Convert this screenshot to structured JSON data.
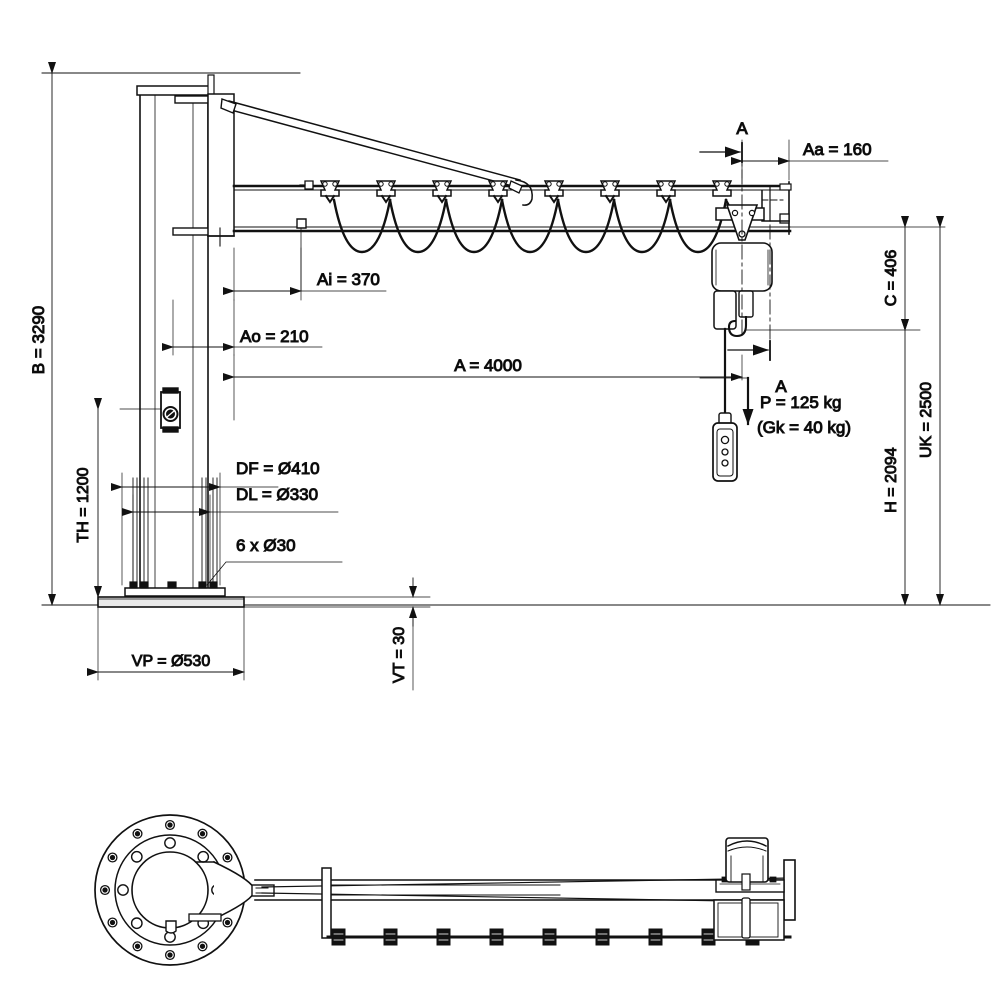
{
  "drawing": {
    "title": "Pillar jib crane with chain hoist - dimensioned general arrangement drawing",
    "type": "technical-drawing",
    "views": [
      {
        "name": "side-elevation",
        "label": "Side elevation"
      },
      {
        "name": "plan-view",
        "label": "Plan view"
      }
    ],
    "line_color": "#1a1a1a",
    "background": "#ffffff"
  },
  "dimensions": {
    "B": {
      "label": "B = 3290",
      "symbol": "B",
      "value": 3290,
      "unit": "mm",
      "meaning": "overall height"
    },
    "TH": {
      "label": "TH = 1200",
      "symbol": "TH",
      "value": 1200,
      "unit": "mm",
      "meaning": "tie height"
    },
    "VP": {
      "label": "VP = Ø530",
      "symbol": "VP",
      "value": 530,
      "unit": "mm",
      "meaning": "foundation plate diameter"
    },
    "VT": {
      "label": "VT = 30",
      "symbol": "VT",
      "value": 30,
      "unit": "mm",
      "meaning": "foundation plate thickness"
    },
    "DF": {
      "label": "DF = Ø410",
      "symbol": "DF",
      "value": 410,
      "unit": "mm",
      "meaning": "flange bolt circle diameter"
    },
    "DL": {
      "label": "DL = Ø330",
      "symbol": "DL",
      "value": 330,
      "unit": "mm",
      "meaning": "bolt hole circle diameter"
    },
    "holes": {
      "label": "6 x Ø30",
      "count": 6,
      "diameter": 30,
      "unit": "mm",
      "meaning": "anchor hole pattern"
    },
    "Ai": {
      "label": "Ai = 370",
      "symbol": "Ai",
      "value": 370,
      "unit": "mm",
      "meaning": "inner approach dimension"
    },
    "Ao": {
      "label": "Ao = 210",
      "symbol": "Ao",
      "value": 210,
      "unit": "mm",
      "meaning": "outer offset dimension"
    },
    "A": {
      "label": "A = 4000",
      "symbol": "A",
      "value": 4000,
      "unit": "mm",
      "meaning": "jib outreach"
    },
    "Aa": {
      "label": "Aa = 160",
      "symbol": "Aa",
      "value": 160,
      "unit": "mm",
      "meaning": "end approach dimension"
    },
    "C": {
      "label": "C = 406",
      "symbol": "C",
      "value": 406,
      "unit": "mm",
      "meaning": "hook approach height"
    },
    "UK": {
      "label": "UK = 2500",
      "symbol": "UK",
      "value": 2500,
      "unit": "mm",
      "meaning": "underside of boom height"
    },
    "H": {
      "label": "H = 2094",
      "symbol": "H",
      "value": 2094,
      "unit": "mm",
      "meaning": "hook lifting height"
    }
  },
  "labels": {
    "section_top": "A",
    "section_bottom": "A",
    "load": "P = 125 kg",
    "dead_load": "(Gk = 40 kg)"
  },
  "components": [
    {
      "name": "column",
      "label": "Column / pillar"
    },
    {
      "name": "base-plate",
      "label": "Base plate"
    },
    {
      "name": "foundation-plate",
      "label": "Foundation plate"
    },
    {
      "name": "jib-boom",
      "label": "Jib boom"
    },
    {
      "name": "tie-rod",
      "label": "Diagonal tie rod"
    },
    {
      "name": "festoon-cable",
      "label": "Festoon cable loops"
    },
    {
      "name": "trolley",
      "label": "Trolley"
    },
    {
      "name": "chain-hoist",
      "label": "Electric chain hoist"
    },
    {
      "name": "hook",
      "label": "Load hook"
    },
    {
      "name": "pendant-control",
      "label": "Pendant control"
    },
    {
      "name": "control-box",
      "label": "Control box"
    },
    {
      "name": "gear-motor",
      "label": "Slew gear motor"
    }
  ],
  "counts": {
    "festoon_trolleys": 8,
    "festoon_loops": 7,
    "plan_outer_bolts": 12,
    "plan_inner_holes": 8,
    "plan_rail_clamps": 9
  }
}
